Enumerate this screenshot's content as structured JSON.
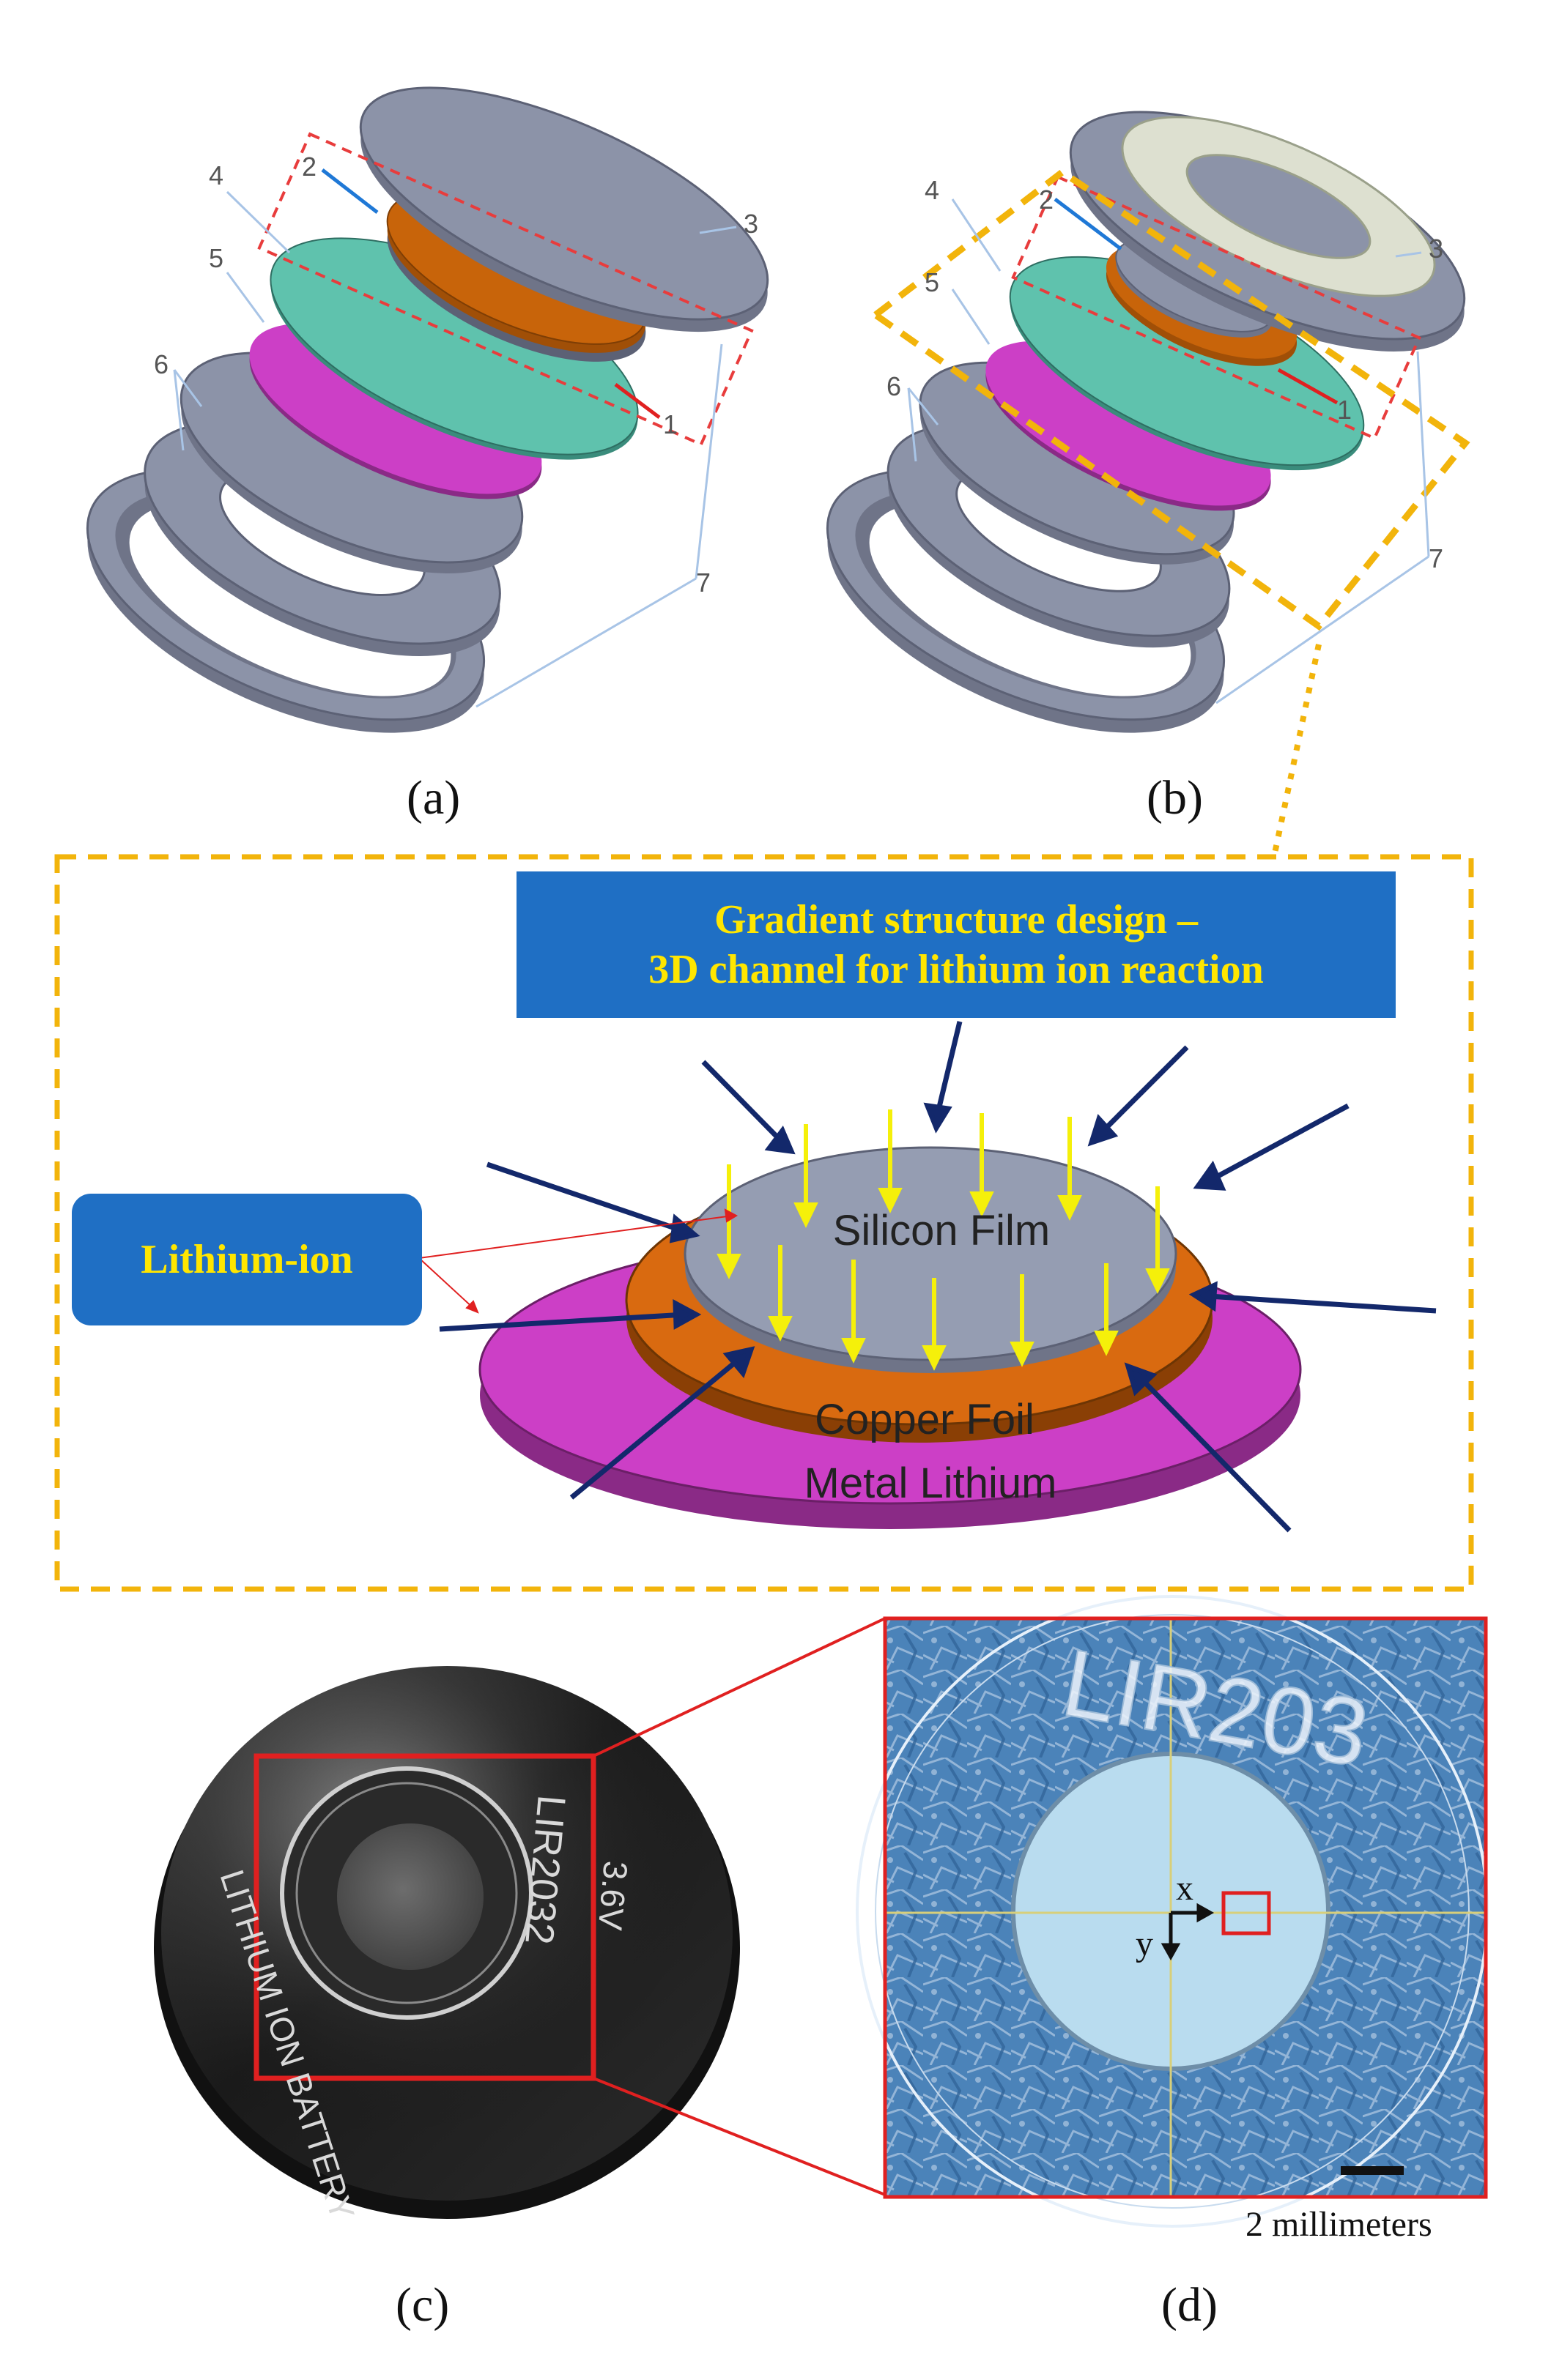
{
  "figure": {
    "panels": [
      {
        "caption": "(a)",
        "callouts": [
          "1",
          "2",
          "3",
          "4",
          "5",
          "6",
          "7"
        ]
      },
      {
        "caption": "(b)",
        "callouts": [
          "1",
          "2",
          "3",
          "4",
          "5",
          "6",
          "7"
        ]
      },
      {
        "caption": "(c)",
        "coin_text": [
          "LITHIUM ION BATTERY",
          "LIR2032",
          "3.6V"
        ]
      },
      {
        "caption": "(d)",
        "engraving": "LIR203",
        "axes": [
          "x",
          "y"
        ],
        "scale_label": "2 millimeters"
      }
    ],
    "inset": {
      "title_lines": [
        "Gradient structure design –",
        "3D channel for lithium ion reaction"
      ],
      "ion_label": "Lithium-ion",
      "layers": [
        "Silicon Film",
        "Copper Foil",
        "Metal Lithium"
      ]
    },
    "colors": {
      "disk_gray": "#8c93a8",
      "orange": "#c8640a",
      "teal": "#5fc2ad",
      "magenta": "#cc3fc6",
      "highlight_dash": "#f2b40b",
      "red_dash": "#e83c3c",
      "callout_bg": "#1f6fc4",
      "callout_text": "#ffe600",
      "arrow_navy": "#13286b",
      "arrow_yellow": "#f5f00a",
      "micro_blue": "#5b8fbf"
    }
  }
}
